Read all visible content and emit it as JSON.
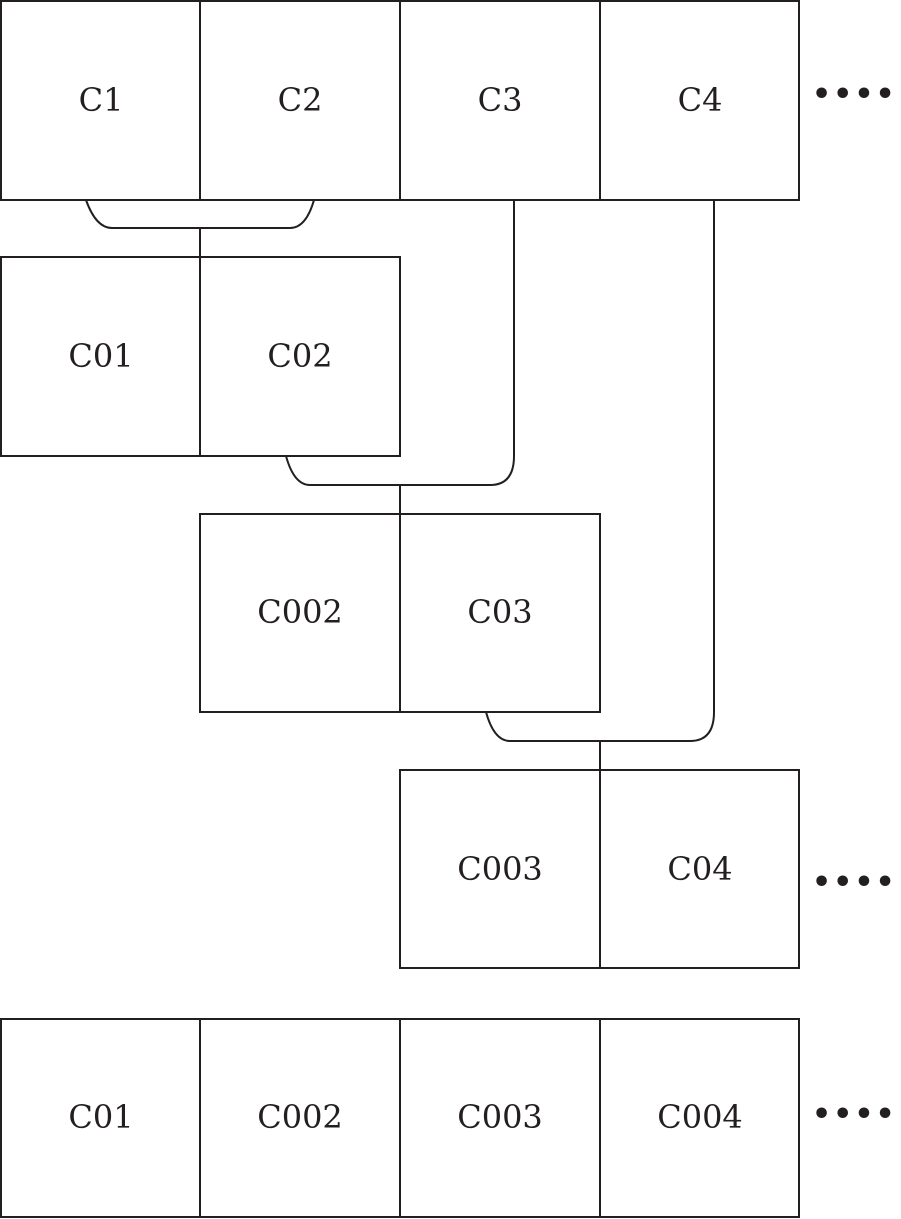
{
  "rows": {
    "level_1": {
      "cells": [
        "C1",
        "C2",
        "C3",
        "C4"
      ],
      "continuation": "••••••"
    },
    "level_2": {
      "cells": [
        "C01",
        "C02"
      ]
    },
    "level_3": {
      "cells": [
        "C002",
        "C03"
      ]
    },
    "level_4": {
      "cells": [
        "C003",
        "C04"
      ],
      "continuation": "••••••"
    },
    "result": {
      "cells": [
        "C01",
        "C002",
        "C003",
        "C004"
      ],
      "continuation": "••••••"
    }
  },
  "colors": {
    "line": "#231f20",
    "background": "#ffffff"
  }
}
